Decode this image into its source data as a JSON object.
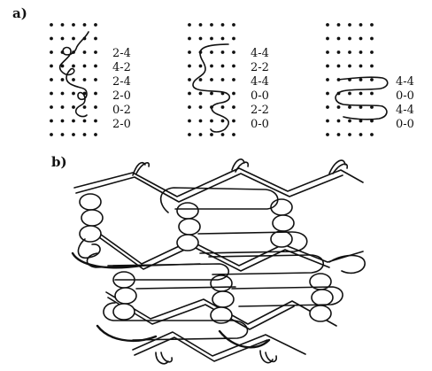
{
  "panel_a": {
    "label": "a)",
    "diagrams": [
      {
        "notation": [
          "2-4",
          "4-2",
          "2-4",
          "2-0",
          "0-2",
          "2-0"
        ]
      },
      {
        "notation": [
          "4-4",
          "2-2",
          "4-4",
          "0-0",
          "2-2",
          "0-0"
        ]
      },
      {
        "notation": [
          "4-4",
          "0-0",
          "4-4",
          "0-0"
        ]
      }
    ]
  },
  "panel_b": {
    "label": "b)"
  }
}
